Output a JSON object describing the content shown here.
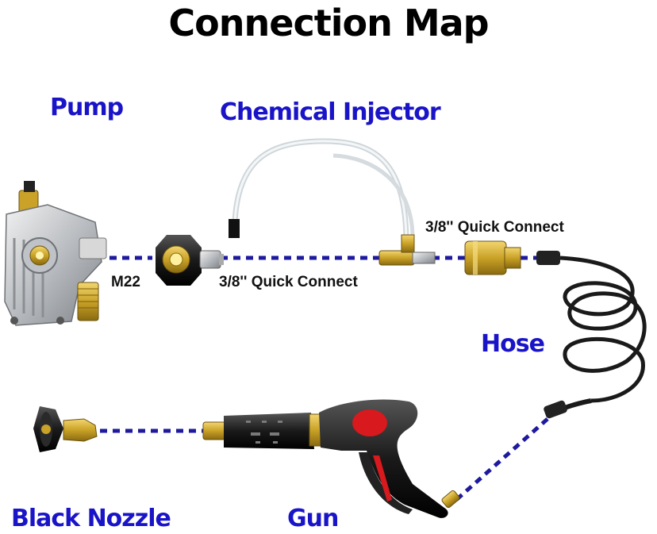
{
  "title": "Connection Map",
  "components": {
    "pump": "Pump",
    "chemical_injector": "Chemical Injector",
    "hose": "Hose",
    "black_nozzle": "Black Nozzle",
    "gun": "Gun"
  },
  "fittings": {
    "m22": "M22",
    "quick_connect_lower": "3/8'' Quick Connect",
    "quick_connect_upper": "3/8'' Quick Connect"
  },
  "colors": {
    "label_blue": "#1a14c8",
    "connector_line": "#1e1a9e",
    "brass": "#c9a227",
    "hose_black": "#1a1a1a",
    "trigger_red": "#d8191e"
  }
}
